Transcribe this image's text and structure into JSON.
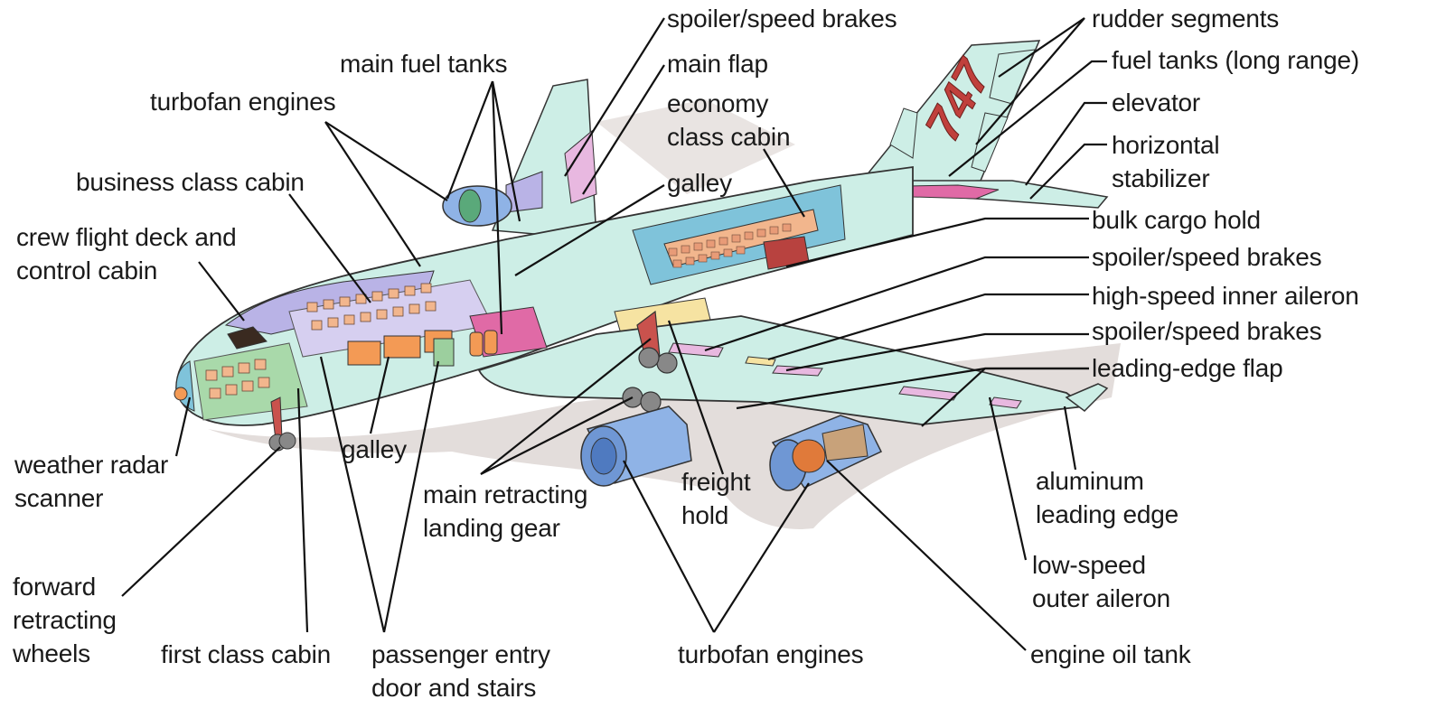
{
  "tail_badge": "747",
  "colors": {
    "fuselage": "#cdeee6",
    "outline": "#333333",
    "shadow": "#e2dcda",
    "engine": "#8fb3e6",
    "seat": "#f2b68d",
    "tank": "#e8b8e0",
    "cargo": "#f39a55",
    "freight": "#f6e3a2",
    "badge": "#c0403c",
    "pink": "#e06aa6",
    "green": "#9ccf9e",
    "blue_cabin": "#7fc3da",
    "lavender": "#b9b3e6"
  },
  "labels": {
    "spoiler_top": "spoiler/speed brakes",
    "rudder": "rudder segments",
    "fuel_long": "fuel tanks (long range)",
    "main_fuel": "main fuel tanks",
    "main_flap": "main flap",
    "elevator": "elevator",
    "turbofan_top": "turbofan engines",
    "economy": "economy\nclass cabin",
    "horizontal": "horizontal\nstabilizer",
    "business": "business class cabin",
    "galley_top": "galley",
    "bulk_cargo": "bulk cargo hold",
    "crew": "crew flight deck and\ncontrol cabin",
    "spoiler_mid": "spoiler/speed brakes",
    "high_speed": "high-speed inner aileron",
    "spoiler_low": "spoiler/speed brakes",
    "leading_flap": "leading-edge flap",
    "weather": "weather radar\nscanner",
    "galley_low": "galley",
    "freight": "freight\nhold",
    "main_gear": "main retracting\nlanding gear",
    "aluminum": "aluminum\nleading edge",
    "low_speed": "low-speed\nouter aileron",
    "forward": "forward\nretracting\nwheels",
    "first_class": "first class cabin",
    "passenger": "passenger entry\ndoor and stairs",
    "turbofan_bottom": "turbofan engines",
    "oil_tank": "engine oil tank"
  }
}
